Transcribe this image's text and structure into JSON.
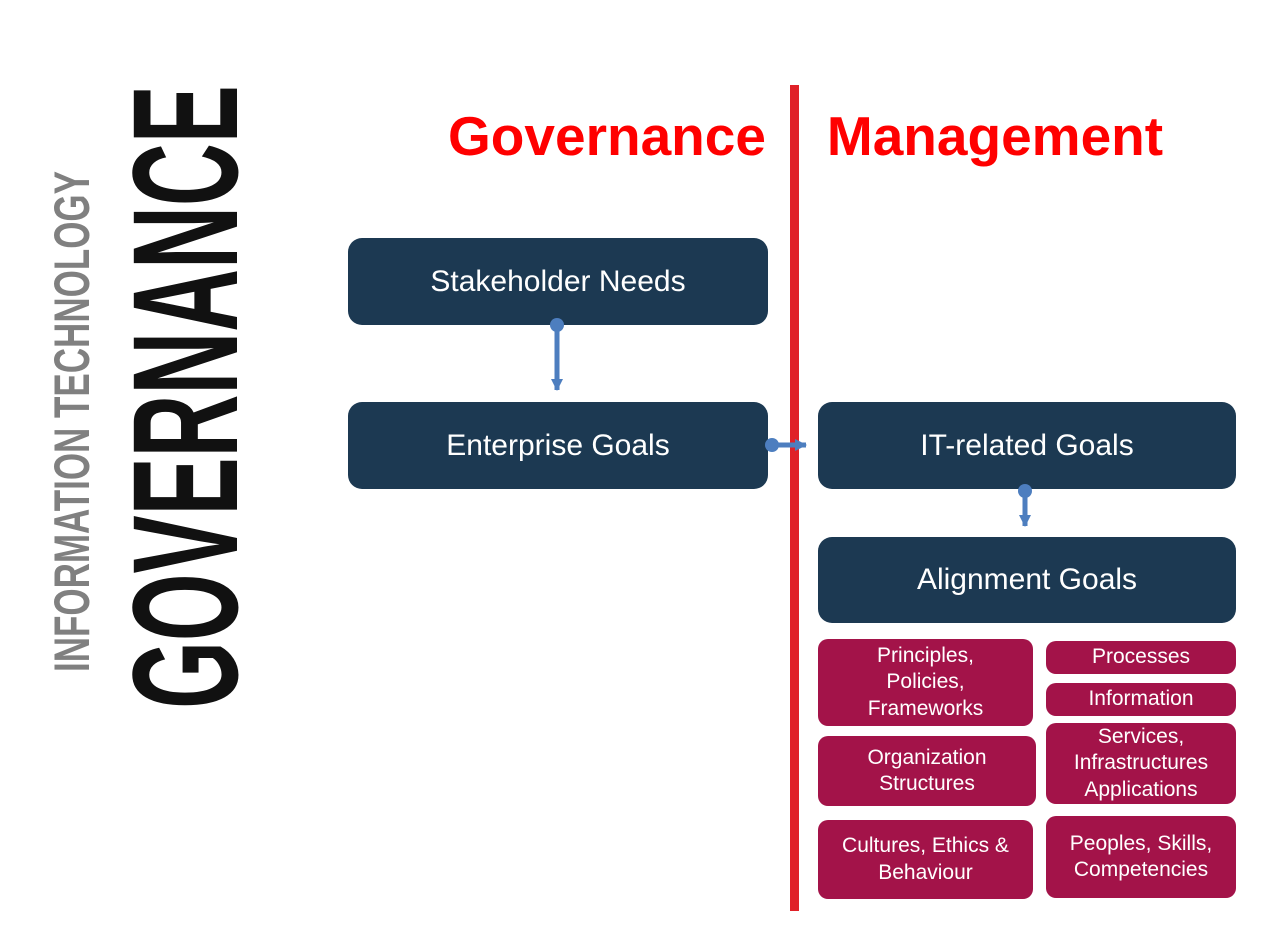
{
  "sidebar": {
    "subtitle": "INFORMATION TECHNOLOGY",
    "title": "GOVERNANCE"
  },
  "headers": {
    "governance": "Governance",
    "management": "Management"
  },
  "flow": {
    "stakeholder_needs": "Stakeholder Needs",
    "enterprise_goals": "Enterprise Goals",
    "it_related_goals": "IT-related Goals",
    "alignment_goals": "Alignment Goals"
  },
  "enablers": {
    "principles": "Principles,\nPolicies,\nFrameworks",
    "organization": "Organization\nStructures",
    "cultures": "Cultures, Ethics &\nBehaviour",
    "processes": "Processes",
    "information": "Information",
    "services": "Services,\nInfrastructures\nApplications",
    "peoples": "Peoples, Skills,\nCompetencies"
  },
  "colors": {
    "navy_box": "#1c3952",
    "crimson_box": "#a31349",
    "header_red": "#ff0000",
    "divider_red": "#e02128",
    "arrow_blue": "#4d7ebf",
    "subtitle_gray": "#808080",
    "title_black": "#111111"
  }
}
